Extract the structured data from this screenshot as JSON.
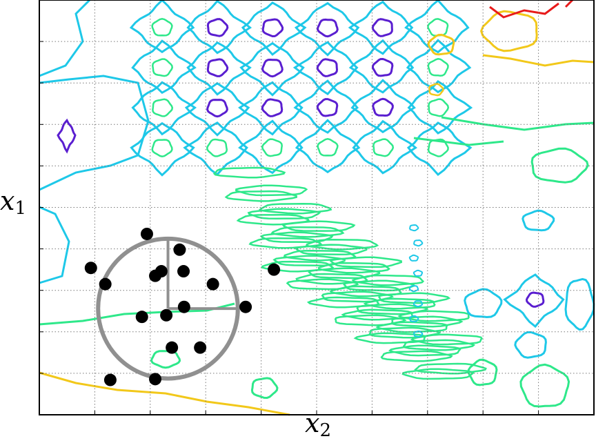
{
  "chart_data": {
    "type": "scatter",
    "background": "contour",
    "xlabel": "x",
    "xlabel_sub": "2",
    "ylabel": "x",
    "ylabel_sub": "1",
    "xlim": [
      0,
      10
    ],
    "ylim": [
      0,
      10
    ],
    "xticks": [
      1,
      2,
      3,
      4,
      5,
      6,
      7,
      8,
      9
    ],
    "yticks": [
      1,
      2,
      3,
      4,
      5,
      6,
      7,
      8,
      9
    ],
    "grid": true,
    "grid_style": "dotted",
    "contour_colors": {
      "lowest": "#5a1ed0",
      "low": "#1ec8e8",
      "mid": "#2ee88a",
      "high": "#f2c81a",
      "highest": "#e81a1a"
    },
    "points": [
      [
        1.94,
        4.36
      ],
      [
        0.93,
        3.54
      ],
      [
        1.19,
        3.15
      ],
      [
        2.09,
        3.35
      ],
      [
        2.2,
        3.46
      ],
      [
        2.53,
        3.98
      ],
      [
        2.6,
        3.46
      ],
      [
        3.13,
        3.15
      ],
      [
        4.23,
        3.5
      ],
      [
        1.85,
        2.36
      ],
      [
        2.29,
        2.4
      ],
      [
        2.61,
        2.6
      ],
      [
        3.72,
        2.6
      ],
      [
        2.39,
        1.62
      ],
      [
        2.9,
        1.62
      ],
      [
        1.28,
        0.84
      ],
      [
        2.09,
        0.86
      ]
    ],
    "neighborhood_circle": {
      "center": [
        2.32,
        2.56
      ],
      "radius": 1.26,
      "color": "#909090"
    }
  }
}
